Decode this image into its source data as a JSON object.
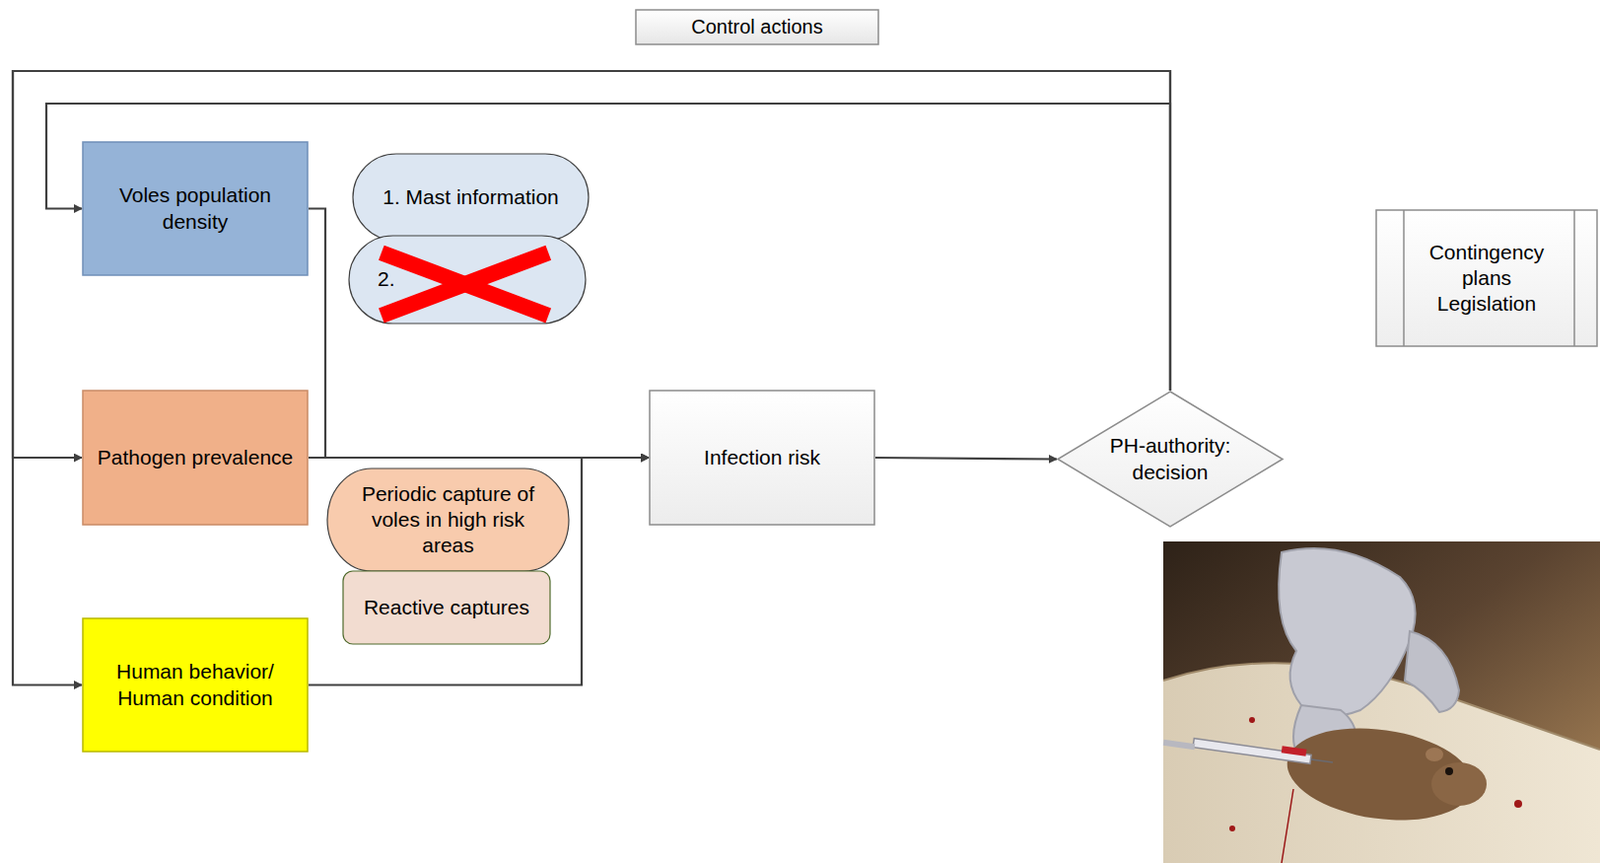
{
  "diagram": {
    "nodes": [
      {
        "text": [
          "Control actions"
        ]
      },
      {
        "text": [
          "Voles population density"
        ]
      },
      {
        "text": [
          "1. Mast information"
        ]
      },
      {
        "text": [
          "2."
        ]
      },
      {
        "text": [
          "Contingency plans Legislation"
        ]
      },
      {
        "text": [
          "Pathogen prevalence"
        ]
      },
      {
        "text": [
          "Infection risk"
        ]
      },
      {
        "text": [
          "PH-authority: decision"
        ]
      },
      {
        "text": [
          "Periodic capture of voles in high risk areas"
        ]
      },
      {
        "text": [
          "Reactive captures"
        ]
      },
      {
        "text": [
          "Human behavior/ Human condition"
        ]
      }
    ],
    "edges": [
      {
        "from": 1,
        "to": 6,
        "arrow": "to"
      },
      {
        "from": 5,
        "to": 6,
        "arrow": "to"
      },
      {
        "from": 10,
        "to": 6,
        "arrow": "to"
      },
      {
        "from": 6,
        "to": 7,
        "arrow": "to"
      },
      {
        "from": 7,
        "to": 1,
        "arrow": "to"
      },
      {
        "from": 7,
        "to": 5,
        "arrow": "to"
      },
      {
        "from": 7,
        "to": 10,
        "arrow": "to"
      }
    ]
  }
}
